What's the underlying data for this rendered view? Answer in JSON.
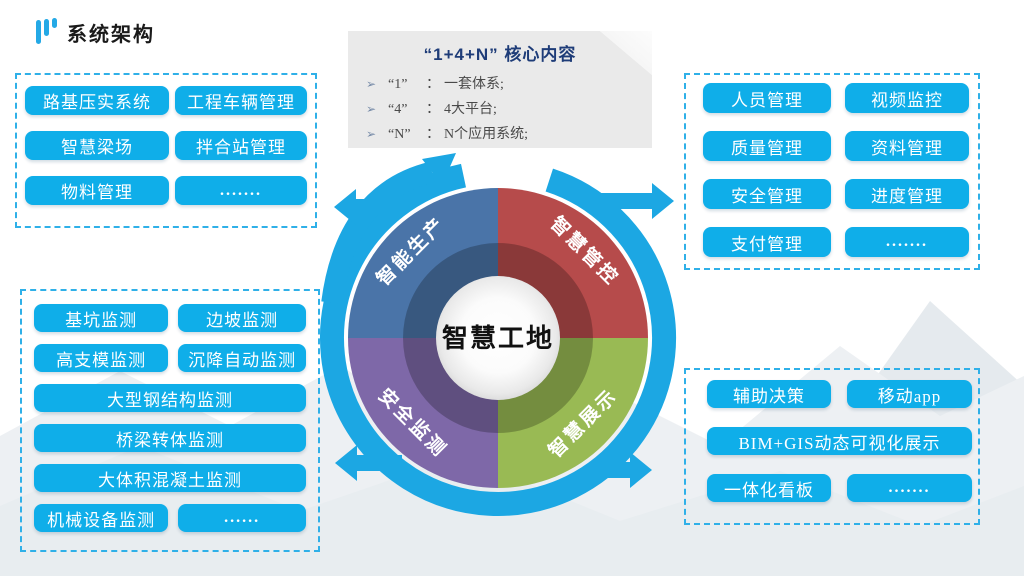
{
  "header": {
    "title": "系统架构",
    "logo_icon": "three-bars-icon"
  },
  "info_box": {
    "title": "“1+4+N” 核心内容",
    "bullets": [
      {
        "marker": "➢",
        "term": "“1”",
        "colon": "：",
        "desc": "一套体系;"
      },
      {
        "marker": "➢",
        "term": "“4”",
        "colon": "：",
        "desc": "4大平台;"
      },
      {
        "marker": "➢",
        "term": "“N”",
        "colon": "：",
        "desc": "N个应用系统;"
      }
    ]
  },
  "wheel": {
    "center_label": "智慧工地",
    "quadrants": [
      {
        "position": "top-left",
        "label": "智能生产",
        "color": "#4A74A8"
      },
      {
        "position": "top-right",
        "label": "智慧管控",
        "color": "#B64B4B"
      },
      {
        "position": "bottom-left",
        "label": "安全监测",
        "color": "#7E68A8"
      },
      {
        "position": "bottom-right",
        "label": "智慧展示",
        "color": "#99BA54"
      }
    ],
    "arrow_color": "#1CA7E3"
  },
  "panels": {
    "top_left": {
      "buttons": [
        "路基压实系统",
        "工程车辆管理",
        "智慧梁场",
        "拌合站管理",
        "物料管理",
        "......."
      ]
    },
    "top_right": {
      "buttons": [
        "人员管理",
        "视频监控",
        "质量管理",
        "资料管理",
        "安全管理",
        "进度管理",
        "支付管理",
        "......."
      ]
    },
    "bottom_left": {
      "buttons": [
        "基坑监测",
        "边坡监测",
        "高支模监测",
        "沉降自动监测",
        "大型钢结构监测",
        "桥梁转体监测",
        "大体积混凝土监测",
        "机械设备监测",
        "......"
      ]
    },
    "bottom_right": {
      "buttons": [
        "辅助决策",
        "移动app",
        "BIM+GIS动态可视化展示",
        "一体化看板",
        "......."
      ]
    }
  },
  "colors": {
    "button_cyan": "#0FAEE9",
    "dashed_border_cyan": "#2FB0E8",
    "info_title_navy": "#1E3C78",
    "info_box_gray": "#EAEAEA"
  }
}
